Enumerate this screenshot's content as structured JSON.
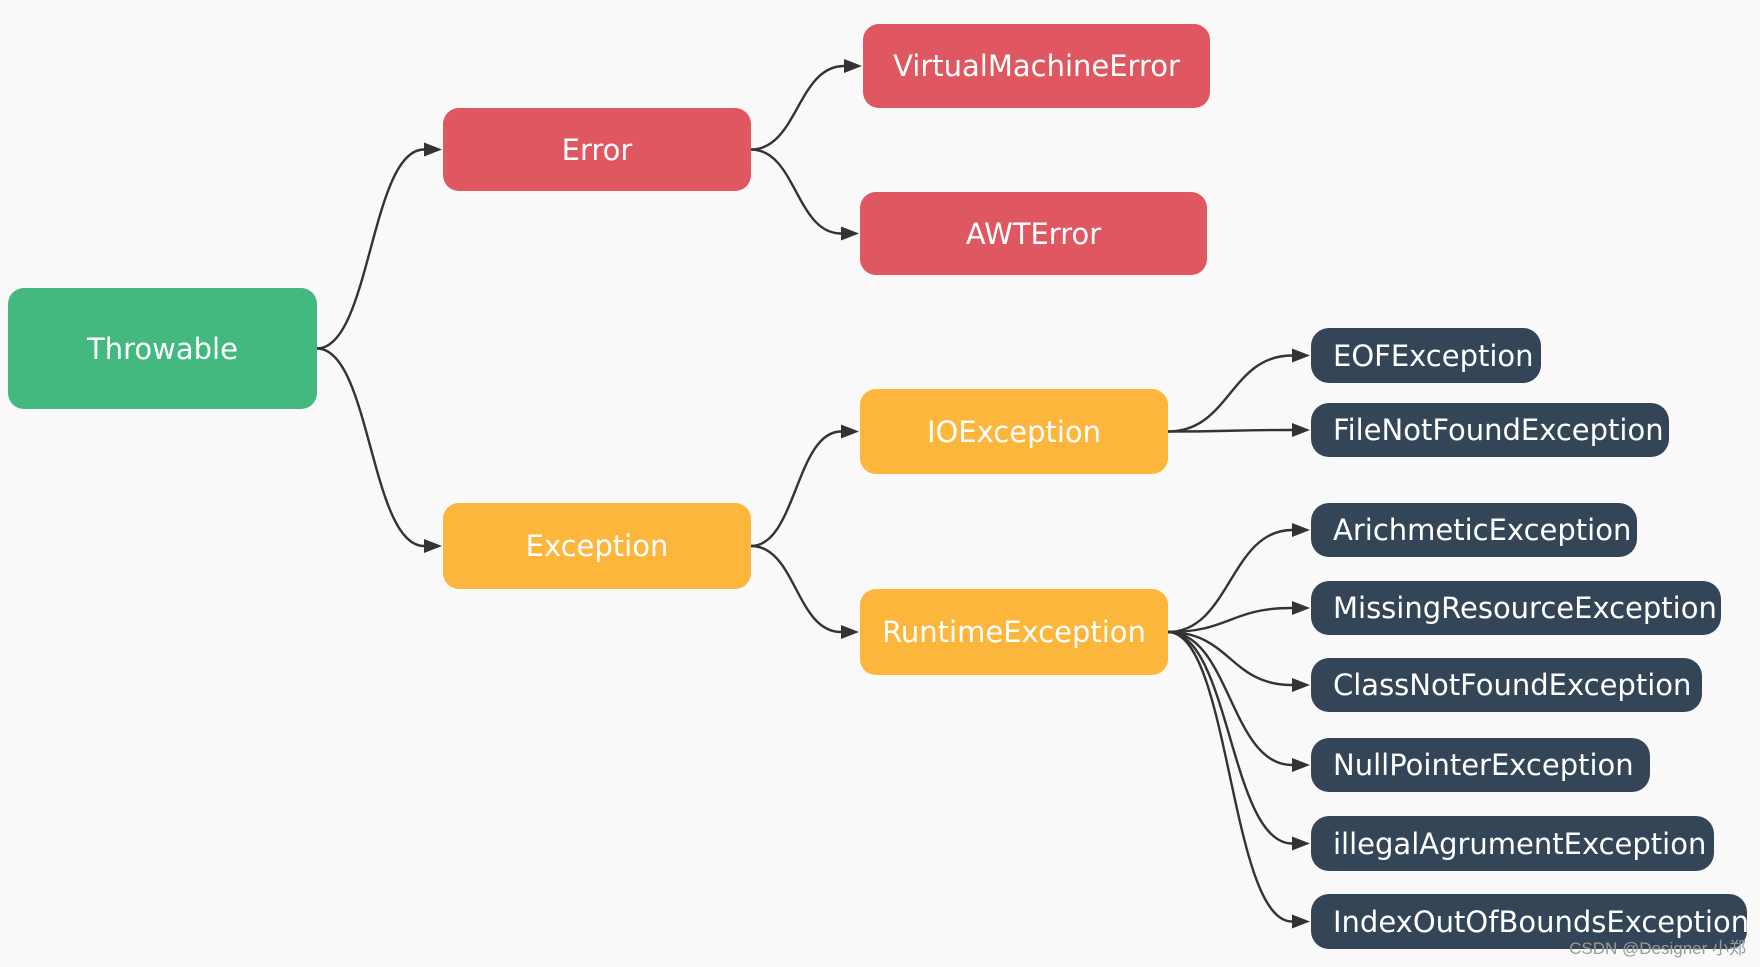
{
  "diagram": {
    "root": {
      "label": "Throwable",
      "color": "#43b97f"
    },
    "error": {
      "label": "Error",
      "color": "#de5761",
      "children": [
        "VirtualMachineError",
        "AWTError"
      ]
    },
    "exception": {
      "label": "Exception",
      "color": "#fcb63b",
      "io": {
        "label": "IOException",
        "children": [
          "EOFException",
          "FileNotFoundException"
        ]
      },
      "runtime": {
        "label": "RuntimeException",
        "children": [
          "ArichmeticException",
          "MissingResourceException",
          "ClassNotFoundException",
          "NullPointerException",
          "illegalAgrumentException",
          "IndexOutOfBoundsException"
        ]
      }
    },
    "leaf_color": "#344558",
    "edge_color": "#333333"
  },
  "watermark": "CSDN @Designer 小郑"
}
